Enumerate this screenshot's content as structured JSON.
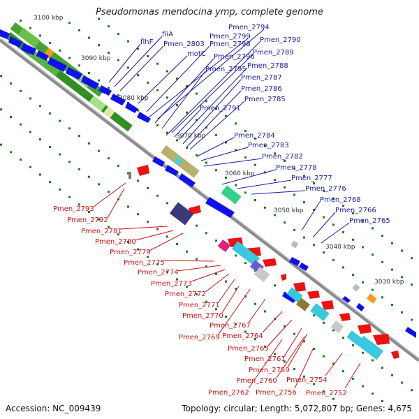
{
  "title": "Pseudomonas mendocina ymp, complete genome",
  "footer": {
    "accession": "Accession: NC_009439",
    "topology": "Topology: circular; Length: 5,072,807 bp; Genes: 4,675"
  },
  "colors": {
    "forward_label": "#1a1aa8",
    "reverse_label": "#cc1111",
    "forward_gene": "#1010ee",
    "reverse_gene": "#ee1111",
    "backbone": "#8a8a8a",
    "tick": "#1f7a1f"
  },
  "kbp_marks": [
    "3100 kbp",
    "3090 kbp",
    "3080 kbp",
    "3070 kbp",
    "3060 kbp",
    "3050 kbp",
    "3040 kbp",
    "3030 kbp"
  ],
  "forward_labels": [
    "Pmen_2794",
    "fliA",
    "Pmen_2799",
    "Pmen_2790",
    "flhF",
    "Pmen_2803",
    "Pmen_2798",
    "Pmen_2789",
    "motC",
    "Pmen_2796",
    "Pmen_2788",
    "Pmen_2795",
    "Pmen_2787",
    "Pmen_2786",
    "Pmen_2791",
    "Pmen_2785",
    "Pmen_2784",
    "Pmen_2783",
    "Pmen_2782",
    "Pmen_2778",
    "Pmen_2777",
    "Pmen_2776",
    "Pmen_2768",
    "Pmen_2766",
    "Pmen_2765"
  ],
  "reverse_labels": [
    "Pmen_2793",
    "Pmen_2792",
    "Pmen_2781",
    "Pmen_2780",
    "Pmen_2779",
    "Pmen_2775",
    "Pmen_2774",
    "Pmen_2773",
    "Pmen_2772",
    "Pmen_2771",
    "Pmen_2770",
    "Pmen_2767",
    "Pmen_2769",
    "Pmen_2764",
    "Pmen_2763",
    "Pmen_2761",
    "Pmen_2759",
    "Pmen_2760",
    "Pmen_2754",
    "Pmen_2762",
    "Pmen_2756",
    "Pmen_2752"
  ]
}
